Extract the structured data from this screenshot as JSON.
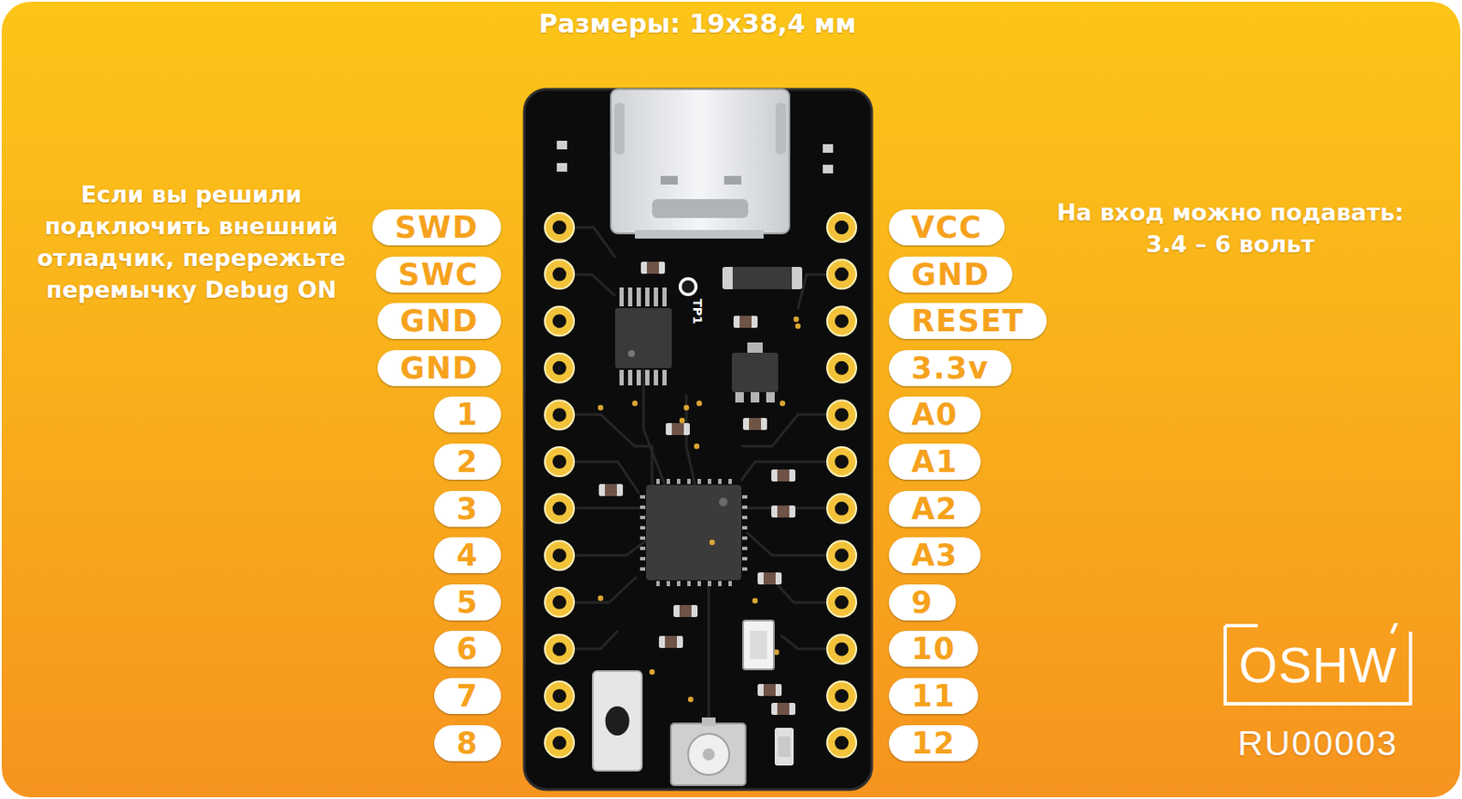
{
  "diagram": {
    "title": "Размеры: 19x38,4 мм",
    "nodes": [
      {
        "text": [
          "SWD"
        ]
      },
      {
        "text": [
          "VCC"
        ]
      },
      {
        "text": [
          "SWC"
        ]
      },
      {
        "text": [
          "GND"
        ]
      },
      {
        "text": [
          "GND"
        ]
      },
      {
        "text": [
          "RESET"
        ]
      },
      {
        "text": [
          "GND"
        ]
      },
      {
        "text": [
          "3.3v"
        ]
      },
      {
        "text": [
          "1"
        ]
      },
      {
        "text": [
          "A0"
        ]
      },
      {
        "text": [
          "2"
        ]
      },
      {
        "text": [
          "A1"
        ]
      },
      {
        "text": [
          "3"
        ]
      },
      {
        "text": [
          "A2"
        ]
      },
      {
        "text": [
          "4"
        ]
      },
      {
        "text": [
          "A3"
        ]
      },
      {
        "text": [
          "5"
        ]
      },
      {
        "text": [
          "9"
        ]
      },
      {
        "text": [
          "6"
        ]
      },
      {
        "text": [
          "10"
        ]
      },
      {
        "text": [
          "7"
        ]
      },
      {
        "text": [
          "11"
        ]
      },
      {
        "text": [
          "8"
        ]
      },
      {
        "text": [
          "12"
        ]
      },
      {
        "text": [
          "OSHW"
        ]
      }
    ],
    "labels": [
      "Если вы решили подключить внешний отладчик, перережьте перемычку Debug ON",
      "На вход можно подавать: 3.4 – 6 вольт",
      "TP1",
      "RU00003"
    ]
  }
}
